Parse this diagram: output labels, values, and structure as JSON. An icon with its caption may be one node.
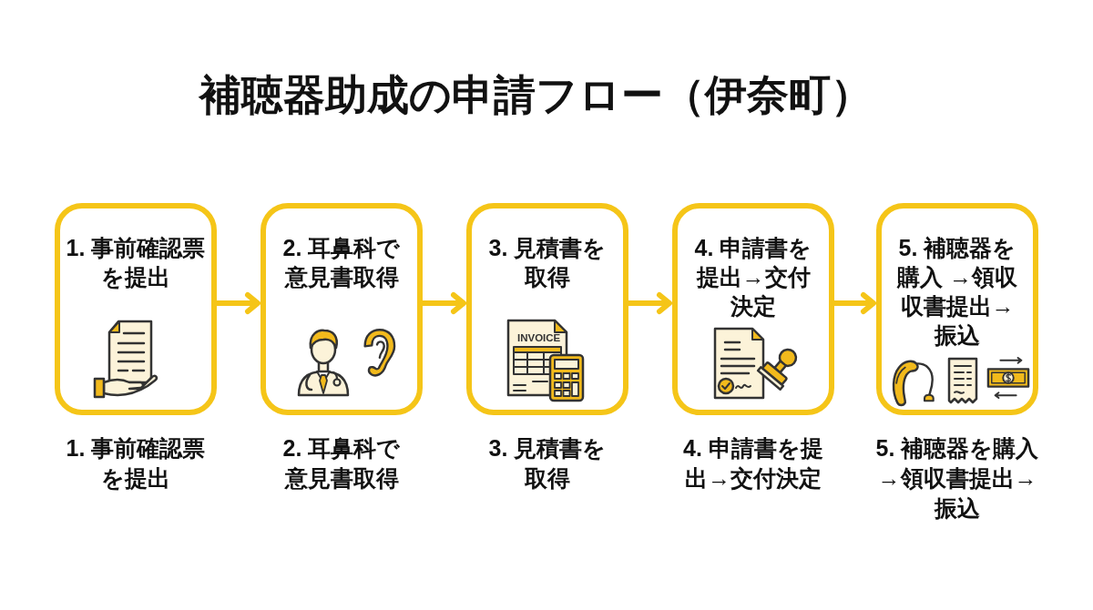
{
  "diagram": {
    "title": "補聴器助成の申請フロー（伊奈町）",
    "nodes": [
      {
        "text": [
          "1. 事前確認票を提出"
        ],
        "beside": [
          "1. 事前確認票を提出"
        ]
      },
      {
        "text": [
          "2. 耳鼻科で意見書取得"
        ],
        "beside": [
          "2. 耳鼻科で意見書取得"
        ]
      },
      {
        "text": [
          "3. 見積書を取得"
        ],
        "beside": [
          "3. 見積書を取得"
        ]
      },
      {
        "text": [
          "4. 申請書を提出→交付決定"
        ],
        "beside": [
          "4. 申請書を提出→交付決定"
        ]
      },
      {
        "text": [
          "5. 補聴器を購入 →領収収書提出→振込"
        ],
        "beside": [
          "5. 補聴器を購入→領収書提出→振込"
        ]
      }
    ],
    "edges": [
      {
        "from": 0,
        "to": 1,
        "arrow": "to"
      },
      {
        "from": 1,
        "to": 2,
        "arrow": "to"
      },
      {
        "from": 2,
        "to": 3,
        "arrow": "to"
      },
      {
        "from": 3,
        "to": 4,
        "arrow": "to"
      }
    ],
    "labels": [
      "INVOICE"
    ]
  }
}
